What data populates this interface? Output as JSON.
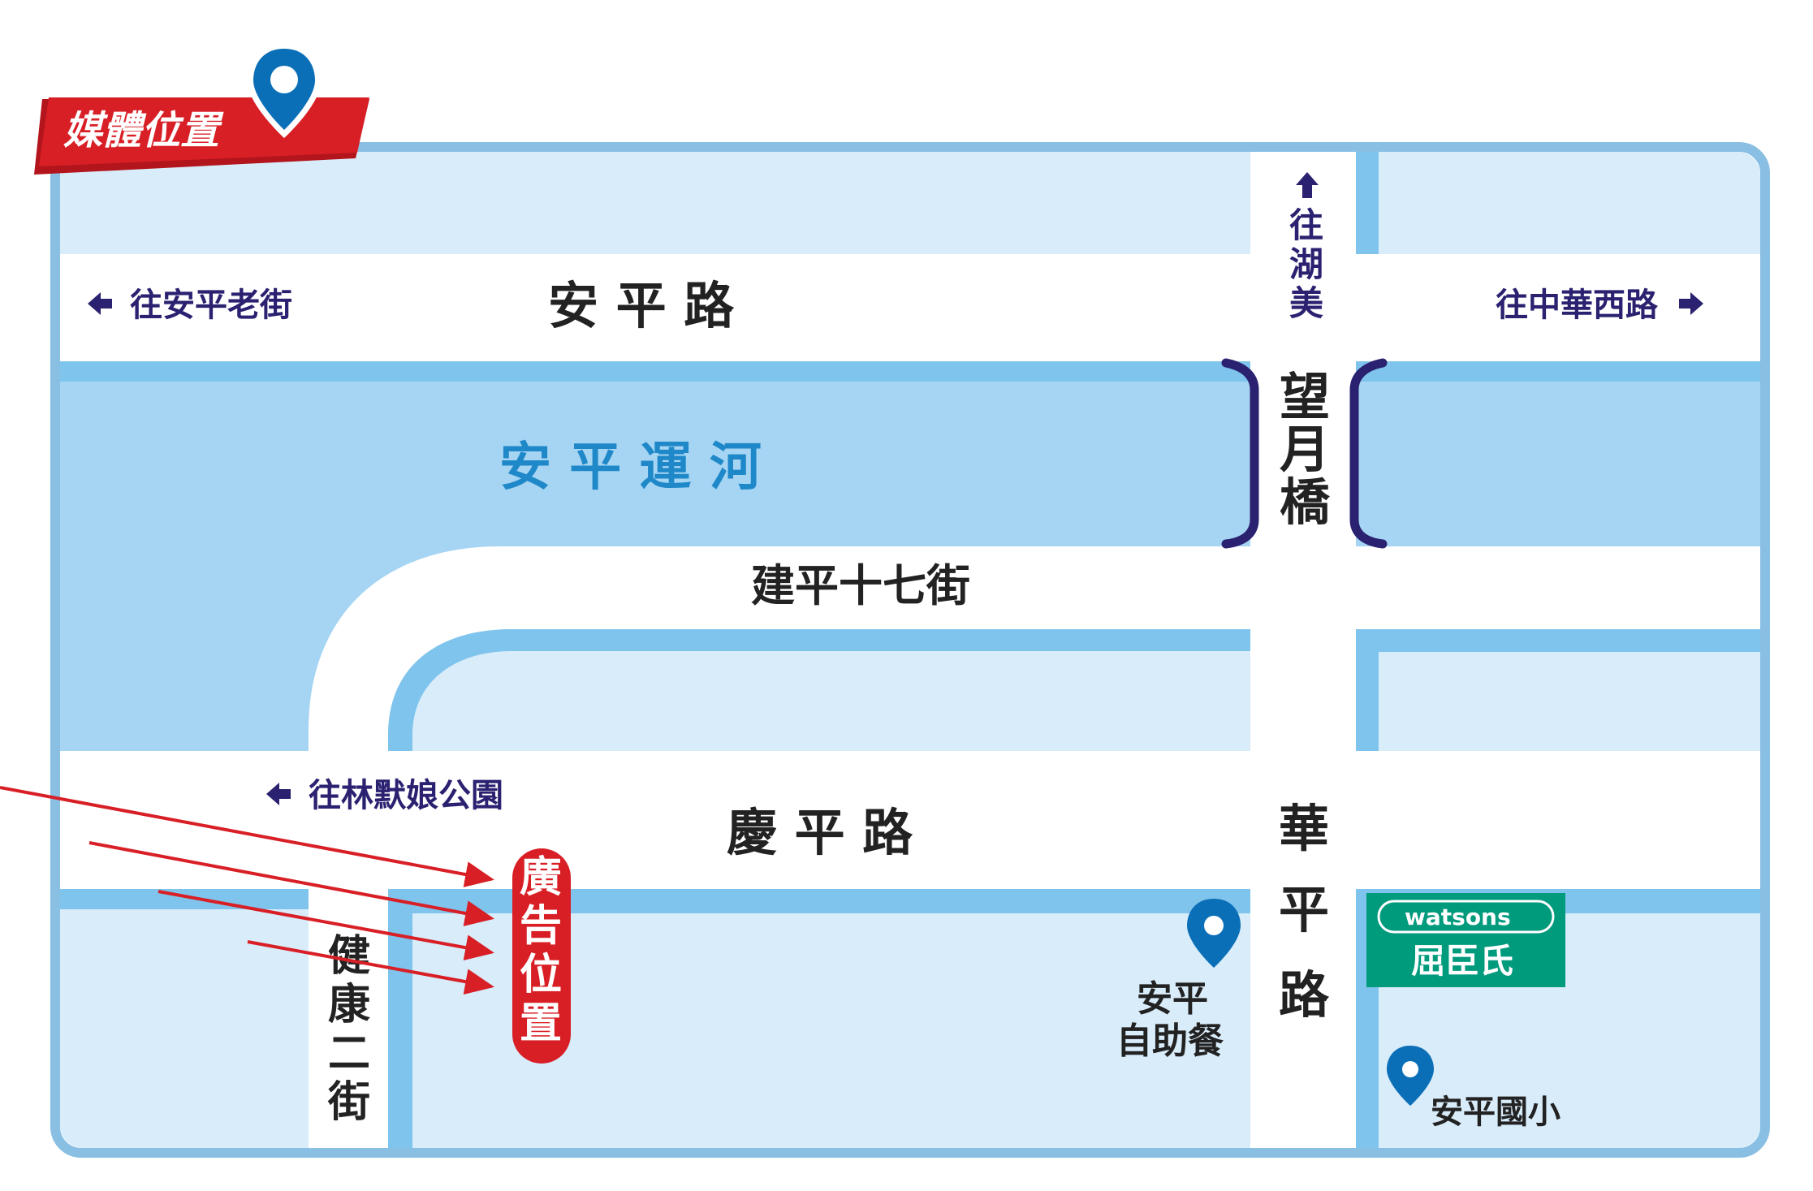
{
  "header": {
    "title": "媒體位置"
  },
  "roads": {
    "anping_rd": "安 平 路",
    "qingping_rd": "慶 平 路",
    "jianping17": "建平十七街",
    "huaping_rd": [
      "華",
      "平",
      "路"
    ],
    "jiankang2": [
      "健",
      "康",
      "二",
      "街"
    ]
  },
  "canal": {
    "name": "安 平 運 河"
  },
  "bridge": {
    "name": [
      "望",
      "月",
      "橋"
    ]
  },
  "directions": {
    "to_old_street": "往安平老街",
    "to_zhonghua_w": "往中華西路",
    "to_lin_mo_niang": "往林默娘公園",
    "to_humei": [
      "往",
      "湖",
      "美"
    ]
  },
  "ad_spot": {
    "label": [
      "廣",
      "告",
      "位",
      "置"
    ]
  },
  "pois": {
    "buffet": {
      "line1": "安平",
      "line2": "自助餐"
    },
    "school": {
      "name": "安平國小"
    },
    "watsons": {
      "en": "watsons",
      "zh": "屈臣氏"
    }
  },
  "colors": {
    "block_light": "#d9ecfa",
    "canal": "#a6d5f3",
    "sidewalk": "#7fc4ec",
    "frame": "#88bfe2",
    "direction": "#2a2170",
    "ad_red": "#d81f26",
    "pin_blue": "#0b6fb8",
    "watsons_green": "#009a7d"
  },
  "icons": {
    "header_pin": "location-pin-icon",
    "arrows": "red-arrow-icon",
    "direction_arrow": "direction-arrow-icon"
  }
}
